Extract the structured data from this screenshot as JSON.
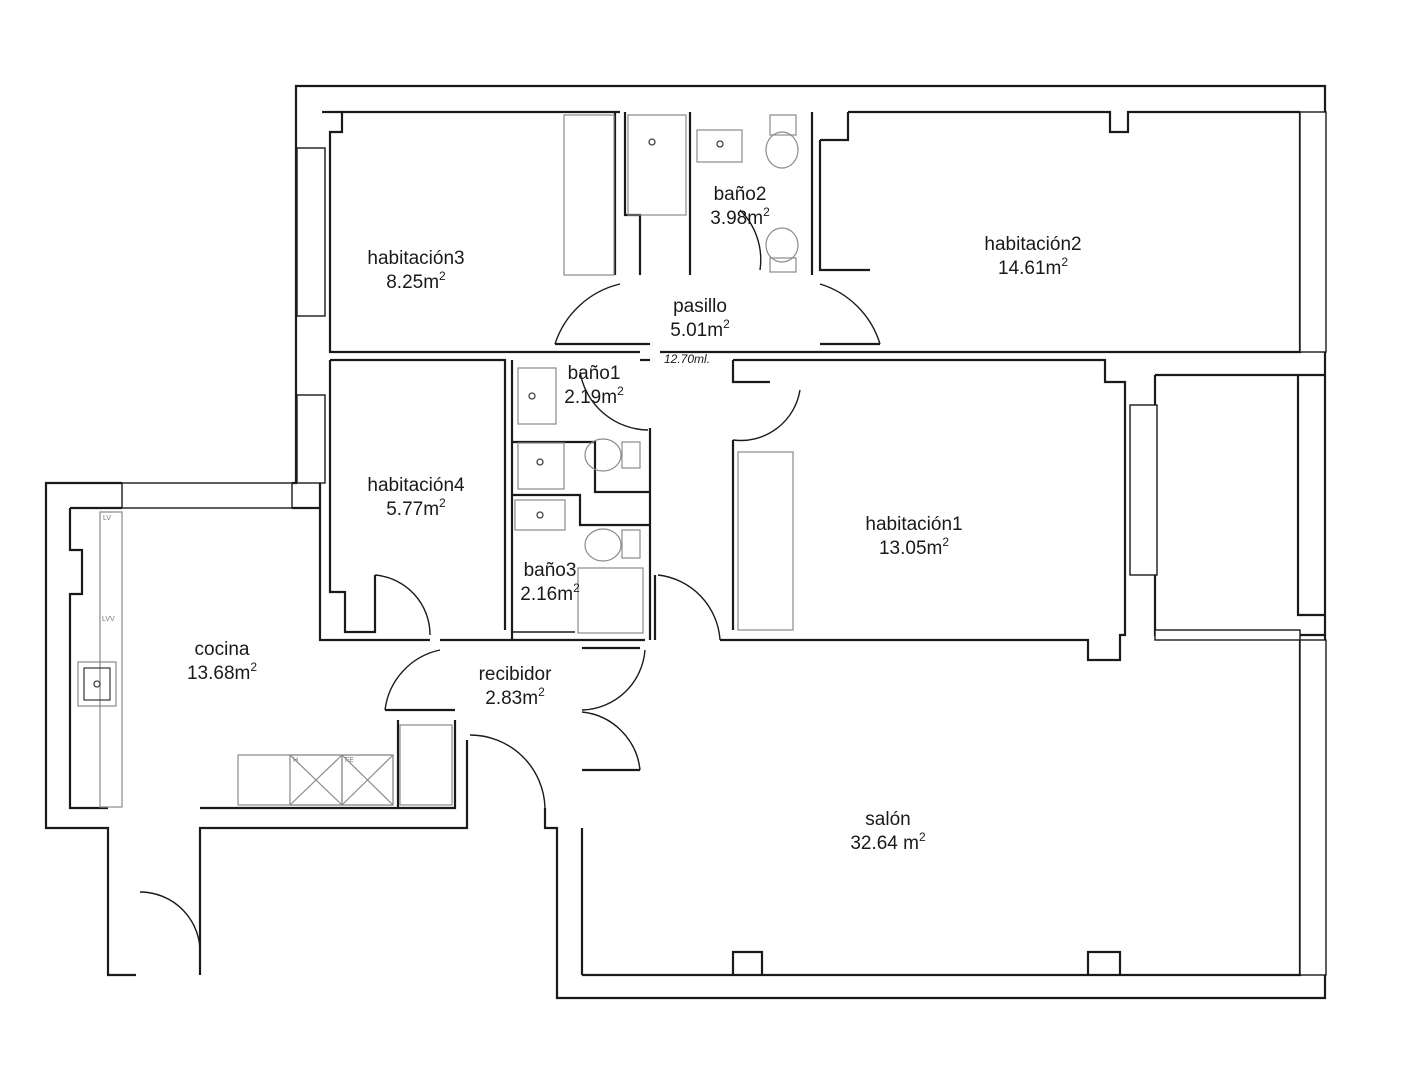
{
  "rooms": [
    {
      "id": "habitacion3",
      "name": "habitación3",
      "area": "8.25m",
      "sup": "2"
    },
    {
      "id": "bano2",
      "name": "baño2",
      "area": "3.98m",
      "sup": "2"
    },
    {
      "id": "habitacion2",
      "name": "habitación2",
      "area": "14.61m",
      "sup": "2"
    },
    {
      "id": "pasillo",
      "name": "pasillo",
      "area": "5.01m",
      "sup": "2"
    },
    {
      "id": "bano1",
      "name": "baño1",
      "area": "2.19m",
      "sup": "2"
    },
    {
      "id": "habitacion4",
      "name": "habitación4",
      "area": "5.77m",
      "sup": "2"
    },
    {
      "id": "habitacion1",
      "name": "habitación1",
      "area": "13.05m",
      "sup": "2"
    },
    {
      "id": "bano3",
      "name": "baño3",
      "area": "2.16m",
      "sup": "2"
    },
    {
      "id": "cocina",
      "name": "cocina",
      "area": "13.68m",
      "sup": "2"
    },
    {
      "id": "recibidor",
      "name": "recibidor",
      "area": "2.83m",
      "sup": "2"
    },
    {
      "id": "salon",
      "name": "salón",
      "area": "32.64 m",
      "sup": "2"
    }
  ],
  "notes": {
    "corridor_length": "12.70ml.",
    "kitchen_lv": "LV",
    "kitchen_lvv": "LVV",
    "kitchen_h": "H",
    "kitchen_fe": "FE"
  }
}
